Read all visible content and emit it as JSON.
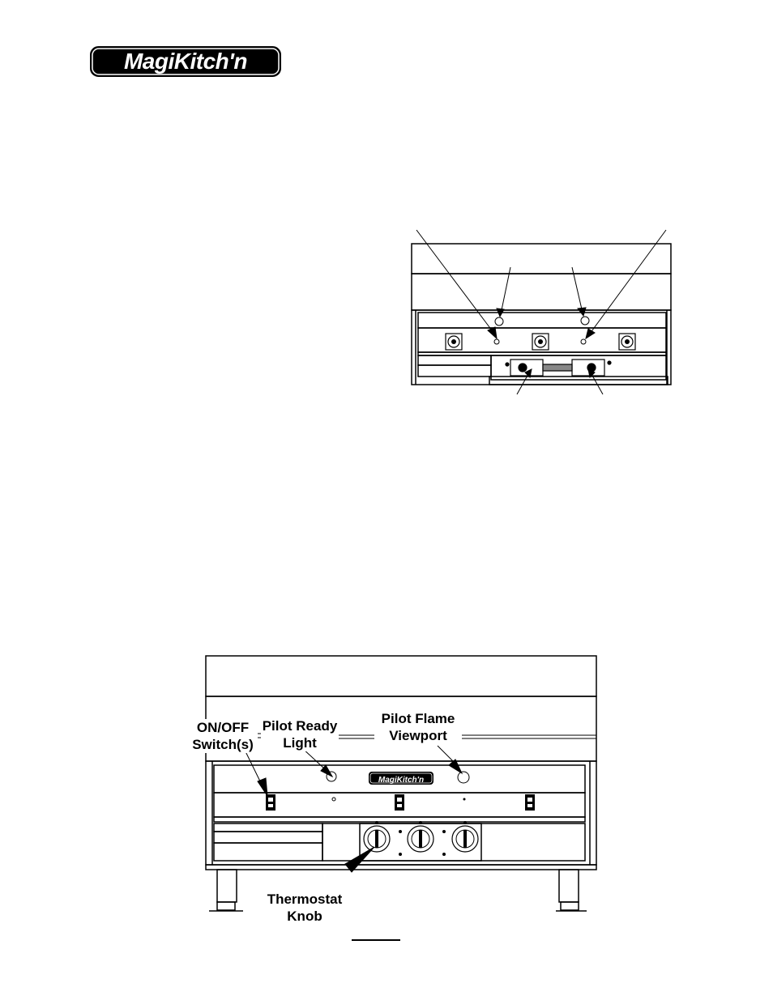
{
  "header": {
    "logo_text": "MagiKitch'n"
  },
  "top_figure": {
    "knob_icons": [
      "thermostat-knob-icon",
      "thermostat-knob-icon",
      "thermostat-knob-icon"
    ]
  },
  "bottom_figure": {
    "labels": {
      "on_off": "ON/OFF Switch(s)",
      "pilot_ready": "Pilot Ready Light",
      "pilot_viewport": "Pilot Flame Viewport",
      "thermostat": "Thermostat Knob"
    },
    "panel_logo": "MagiKitch'n"
  },
  "caption": {
    "figure_label": ""
  }
}
